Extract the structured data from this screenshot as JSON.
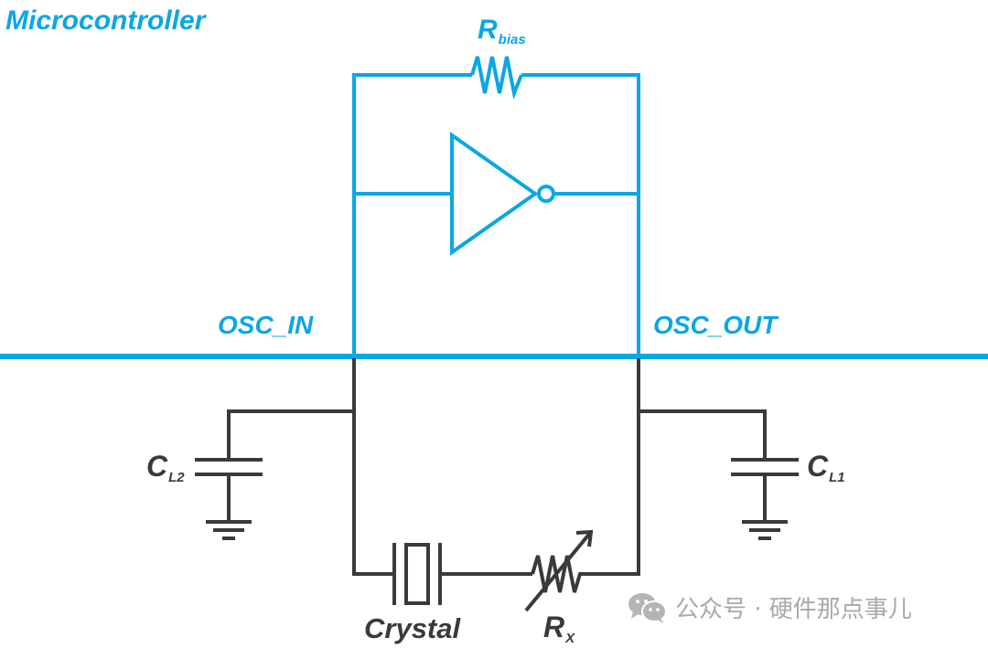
{
  "diagram": {
    "title": "Microcontroller",
    "colors": {
      "internal": "#0aa7e3",
      "external": "#3a3a3a",
      "watermark": "#a9a9a9"
    },
    "components": {
      "rbias": {
        "symbol": "R",
        "subscript": "bias",
        "type": "resistor"
      },
      "inverter": {
        "type": "inverter"
      },
      "cl2": {
        "symbol": "C",
        "subscript": "L2",
        "type": "capacitor"
      },
      "cl1": {
        "symbol": "C",
        "subscript": "L1",
        "type": "capacitor"
      },
      "crystal": {
        "label": "Crystal",
        "type": "crystal"
      },
      "rx": {
        "symbol": "R",
        "subscript": "X",
        "type": "variable-resistor"
      }
    },
    "pins": {
      "osc_in": "OSC_IN",
      "osc_out": "OSC_OUT"
    }
  },
  "watermark": {
    "icon": "wechat-icon",
    "text": "公众号 · 硬件那点事儿"
  }
}
